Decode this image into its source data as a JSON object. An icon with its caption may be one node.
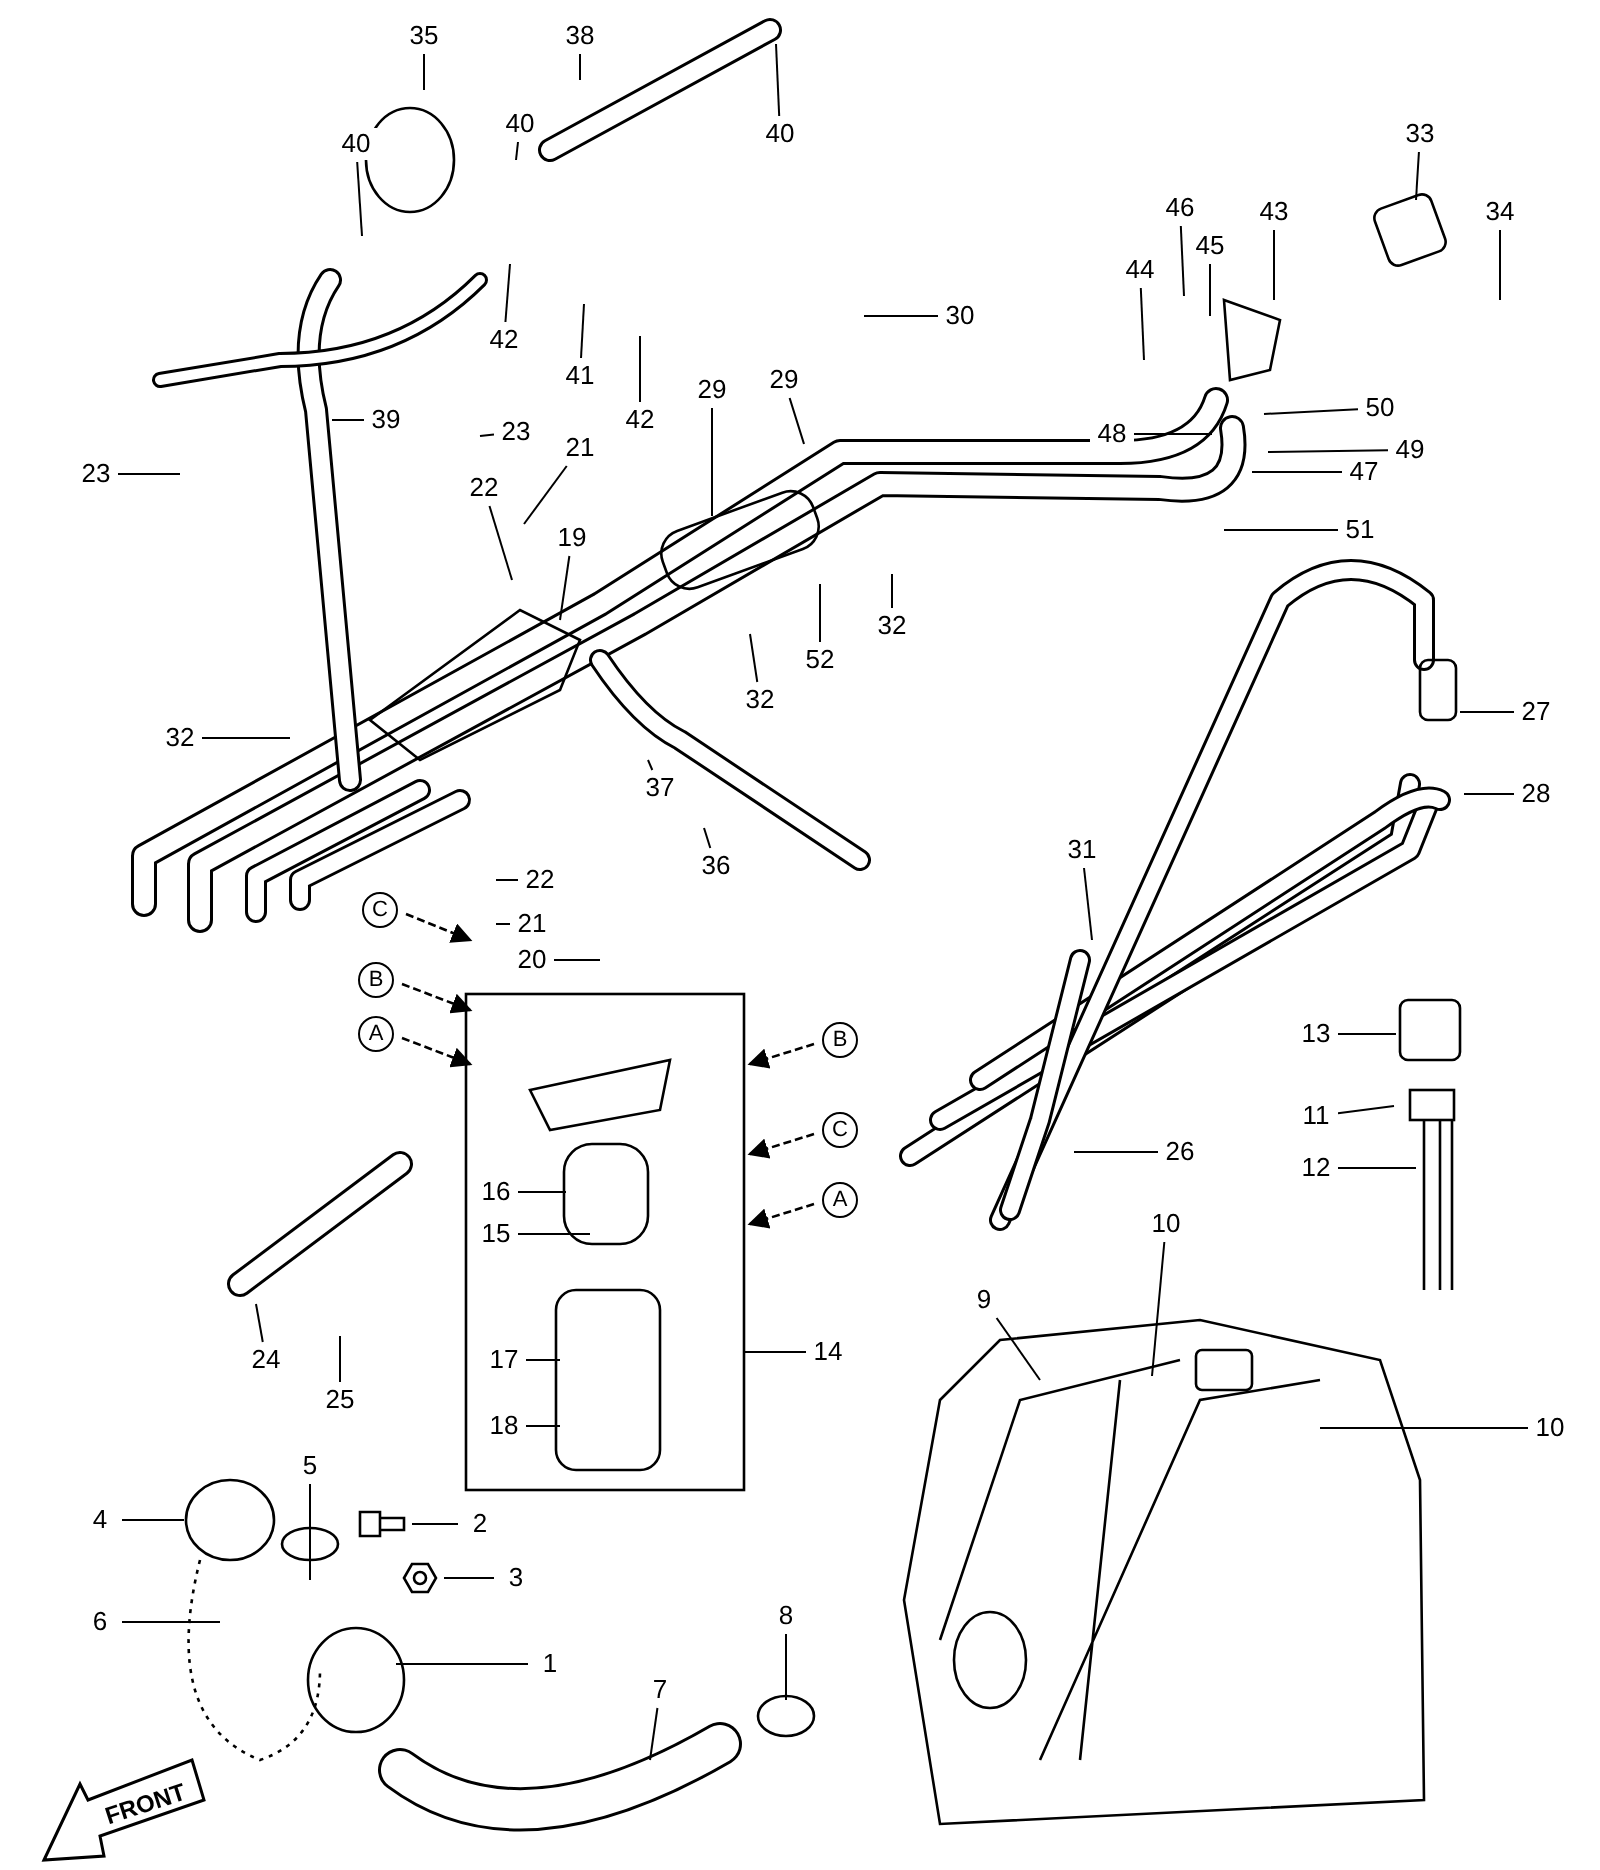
{
  "diagram": {
    "nodes": [
      {
        "text": [
          "35"
        ]
      },
      {
        "text": [
          "38"
        ]
      },
      {
        "text": [
          "40"
        ]
      },
      {
        "text": [
          "40"
        ]
      },
      {
        "text": [
          "40"
        ]
      },
      {
        "text": [
          "33"
        ]
      },
      {
        "text": [
          "46"
        ]
      },
      {
        "text": [
          "43"
        ]
      },
      {
        "text": [
          "34"
        ]
      },
      {
        "text": [
          "45"
        ]
      },
      {
        "text": [
          "44"
        ]
      },
      {
        "text": [
          "30"
        ]
      },
      {
        "text": [
          "42"
        ]
      },
      {
        "text": [
          "41"
        ]
      },
      {
        "text": [
          "39"
        ]
      },
      {
        "text": [
          "29"
        ]
      },
      {
        "text": [
          "29"
        ]
      },
      {
        "text": [
          "42"
        ]
      },
      {
        "text": [
          "50"
        ]
      },
      {
        "text": [
          "23"
        ]
      },
      {
        "text": [
          "49"
        ]
      },
      {
        "text": [
          "48"
        ]
      },
      {
        "text": [
          "21"
        ]
      },
      {
        "text": [
          "47"
        ]
      },
      {
        "text": [
          "23"
        ]
      },
      {
        "text": [
          "22"
        ]
      },
      {
        "text": [
          "51"
        ]
      },
      {
        "text": [
          "19"
        ]
      },
      {
        "text": [
          "32"
        ]
      },
      {
        "text": [
          "52"
        ]
      },
      {
        "text": [
          "32"
        ]
      },
      {
        "text": [
          "32"
        ]
      },
      {
        "text": [
          "27"
        ]
      },
      {
        "text": [
          "37"
        ]
      },
      {
        "text": [
          "28"
        ]
      },
      {
        "text": [
          "36"
        ]
      },
      {
        "text": [
          "31"
        ]
      },
      {
        "text": [
          "22"
        ]
      },
      {
        "text": [
          "21"
        ]
      },
      {
        "text": [
          "20"
        ]
      },
      {
        "text": [
          "13"
        ]
      },
      {
        "text": [
          "11"
        ]
      },
      {
        "text": [
          "26"
        ]
      },
      {
        "text": [
          "12"
        ]
      },
      {
        "text": [
          "16"
        ]
      },
      {
        "text": [
          "15"
        ]
      },
      {
        "text": [
          "10"
        ]
      },
      {
        "text": [
          "9"
        ]
      },
      {
        "text": [
          "14"
        ]
      },
      {
        "text": [
          "17"
        ]
      },
      {
        "text": [
          "24"
        ]
      },
      {
        "text": [
          "25"
        ]
      },
      {
        "text": [
          "18"
        ]
      },
      {
        "text": [
          "10"
        ]
      },
      {
        "text": [
          "5"
        ]
      },
      {
        "text": [
          "4"
        ]
      },
      {
        "text": [
          "2"
        ]
      },
      {
        "text": [
          "3"
        ]
      },
      {
        "text": [
          "6"
        ]
      },
      {
        "text": [
          "8"
        ]
      },
      {
        "text": [
          "1"
        ]
      },
      {
        "text": [
          "7"
        ]
      }
    ],
    "edges": [
      {
        "from": 0,
        "to": null,
        "arrow": "none"
      },
      {
        "from": 1,
        "to": null,
        "arrow": "none"
      },
      {
        "from": 2,
        "to": null,
        "arrow": "none"
      },
      {
        "from": 3,
        "to": null,
        "arrow": "none"
      },
      {
        "from": 4,
        "to": null,
        "arrow": "none"
      },
      {
        "from": 5,
        "to": null,
        "arrow": "none"
      },
      {
        "from": 6,
        "to": null,
        "arrow": "none"
      },
      {
        "from": 7,
        "to": null,
        "arrow": "none"
      },
      {
        "from": 8,
        "to": null,
        "arrow": "none"
      },
      {
        "from": 9,
        "to": null,
        "arrow": "none"
      },
      {
        "from": 10,
        "to": null,
        "arrow": "none"
      },
      {
        "from": 11,
        "to": null,
        "arrow": "none"
      },
      {
        "from": 12,
        "to": null,
        "arrow": "none"
      },
      {
        "from": 13,
        "to": null,
        "arrow": "none"
      },
      {
        "from": 14,
        "to": null,
        "arrow": "none"
      },
      {
        "from": 15,
        "to": null,
        "arrow": "none"
      },
      {
        "from": 16,
        "to": null,
        "arrow": "none"
      },
      {
        "from": 17,
        "to": null,
        "arrow": "none"
      },
      {
        "from": 18,
        "to": null,
        "arrow": "none"
      },
      {
        "from": 19,
        "to": null,
        "arrow": "none"
      },
      {
        "from": 20,
        "to": null,
        "arrow": "none"
      },
      {
        "from": 21,
        "to": null,
        "arrow": "none"
      },
      {
        "from": 22,
        "to": null,
        "arrow": "none"
      },
      {
        "from": 23,
        "to": null,
        "arrow": "none"
      },
      {
        "from": 24,
        "to": null,
        "arrow": "none"
      },
      {
        "from": 25,
        "to": null,
        "arrow": "none"
      },
      {
        "from": 26,
        "to": null,
        "arrow": "none"
      },
      {
        "from": 27,
        "to": null,
        "arrow": "none"
      },
      {
        "from": 28,
        "to": null,
        "arrow": "none"
      },
      {
        "from": 29,
        "to": null,
        "arrow": "none"
      },
      {
        "from": 30,
        "to": null,
        "arrow": "none"
      },
      {
        "from": 31,
        "to": null,
        "arrow": "none"
      },
      {
        "from": 32,
        "to": null,
        "arrow": "none"
      },
      {
        "from": 33,
        "to": null,
        "arrow": "none"
      },
      {
        "from": 34,
        "to": null,
        "arrow": "none"
      },
      {
        "from": 35,
        "to": null,
        "arrow": "none"
      },
      {
        "from": 36,
        "to": null,
        "arrow": "none"
      },
      {
        "from": 37,
        "to": null,
        "arrow": "none"
      },
      {
        "from": 38,
        "to": null,
        "arrow": "none"
      },
      {
        "from": 39,
        "to": null,
        "arrow": "none"
      },
      {
        "from": 40,
        "to": null,
        "arrow": "none"
      },
      {
        "from": 41,
        "to": null,
        "arrow": "none"
      },
      {
        "from": 42,
        "to": null,
        "arrow": "none"
      },
      {
        "from": 43,
        "to": null,
        "arrow": "none"
      },
      {
        "from": 44,
        "to": null,
        "arrow": "none"
      },
      {
        "from": 45,
        "to": null,
        "arrow": "none"
      },
      {
        "from": 46,
        "to": null,
        "arrow": "none"
      },
      {
        "from": 47,
        "to": null,
        "arrow": "none"
      },
      {
        "from": 48,
        "to": null,
        "arrow": "none"
      },
      {
        "from": 49,
        "to": null,
        "arrow": "none"
      },
      {
        "from": 50,
        "to": null,
        "arrow": "none"
      },
      {
        "from": 51,
        "to": null,
        "arrow": "none"
      },
      {
        "from": 52,
        "to": null,
        "arrow": "none"
      },
      {
        "from": 53,
        "to": null,
        "arrow": "none"
      },
      {
        "from": 54,
        "to": null,
        "arrow": "none"
      },
      {
        "from": 55,
        "to": null,
        "arrow": "none"
      },
      {
        "from": 56,
        "to": null,
        "arrow": "none"
      },
      {
        "from": 57,
        "to": null,
        "arrow": "none"
      },
      {
        "from": 58,
        "to": null,
        "arrow": "none"
      },
      {
        "from": 59,
        "to": null,
        "arrow": "none"
      },
      {
        "from": 60,
        "to": null,
        "arrow": "none"
      },
      {
        "from": 61,
        "to": null,
        "arrow": "none"
      }
    ],
    "labels": [
      "C",
      "B",
      "A",
      "B",
      "C",
      "A",
      "FRONT"
    ]
  }
}
